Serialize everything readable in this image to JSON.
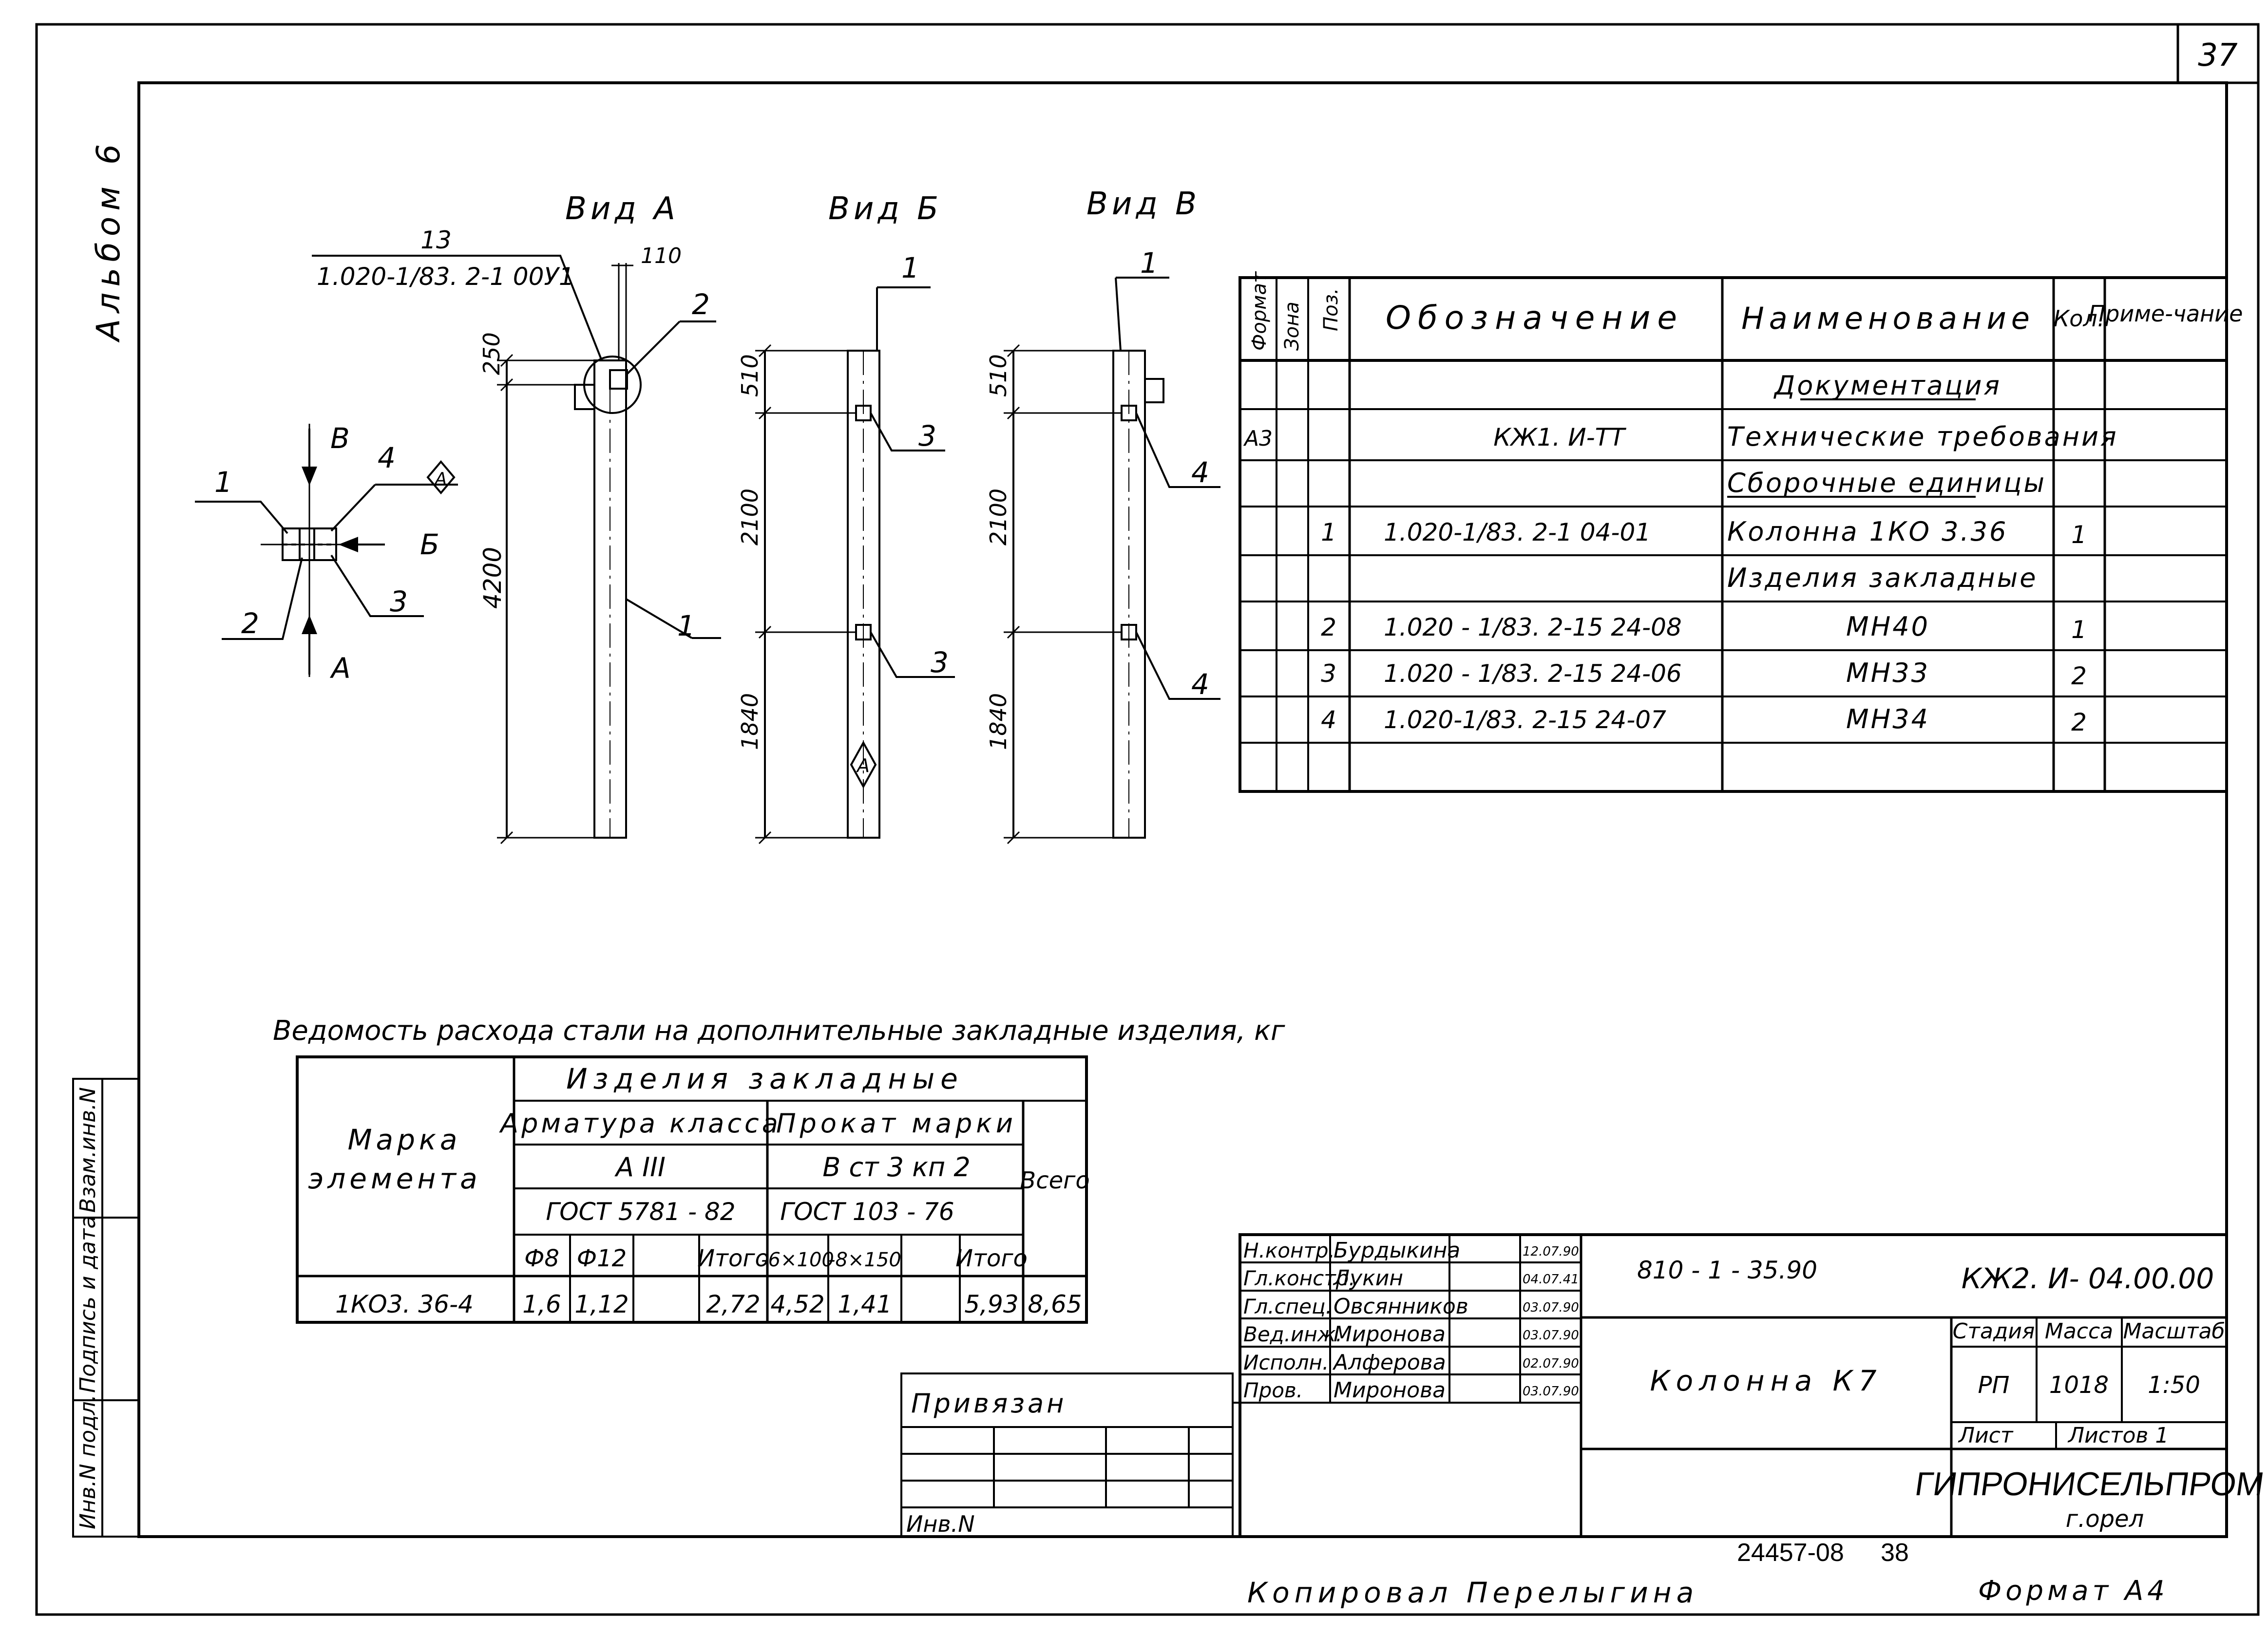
{
  "page_number": "37",
  "album_label": "Альбом 6",
  "views": {
    "view_a": "Вид А",
    "view_b": "Вид Б",
    "view_v": "Вид В"
  },
  "view_a": {
    "leader_13": "13",
    "ref_doc": "1.020-1/83. 2-1 00У1",
    "dim_110": "110",
    "dim_250": "250",
    "dim_4200": "4200",
    "pos_2": "2",
    "pos_1": "1"
  },
  "view_b": {
    "dim_510": "510",
    "dim_2100": "2100",
    "dim_1840": "1840",
    "pos_1": "1",
    "pos_3a": "3",
    "pos_3b": "3",
    "diamond": "А"
  },
  "view_v": {
    "dim_510": "510",
    "dim_2100": "2100",
    "dim_1840": "1840",
    "pos_1": "1",
    "pos_4a": "4",
    "pos_4b": "4"
  },
  "plan": {
    "p1": "1",
    "p2": "2",
    "p3": "3",
    "p4": "4",
    "arrow_v": "В",
    "arrow_b": "Б",
    "arrow_a": "А",
    "diamond": "А"
  },
  "spec": {
    "headers": {
      "format": "Формат",
      "zone": "Зона",
      "pos": "Поз.",
      "designation": "Обозначение",
      "name": "Наименование",
      "qty": "Кол.",
      "note": "Приме-чание"
    },
    "rows": [
      {
        "format": "",
        "pos": "",
        "designation": "",
        "name": "Документация",
        "qty": "",
        "underline": true,
        "center": true
      },
      {
        "format": "А3",
        "pos": "",
        "designation": "КЖ1. И-ТТ",
        "name": "Технические требования",
        "qty": ""
      },
      {
        "format": "",
        "pos": "",
        "designation": "",
        "name": "Сборочные единицы",
        "qty": "",
        "underline": true
      },
      {
        "format": "",
        "pos": "1",
        "designation": "1.020-1/83. 2-1  04-01",
        "name": "Колонна   1КО 3.36",
        "qty": "1"
      },
      {
        "format": "",
        "pos": "",
        "designation": "",
        "name": "Изделия закладные",
        "qty": ""
      },
      {
        "format": "",
        "pos": "2",
        "designation": "1.020 - 1/83. 2-15  24-08",
        "name": "МН40",
        "qty": "1",
        "center": true
      },
      {
        "format": "",
        "pos": "3",
        "designation": "1.020 - 1/83. 2-15  24-06",
        "name": "МН33",
        "qty": "2",
        "center": true
      },
      {
        "format": "",
        "pos": "4",
        "designation": "1.020-1/83. 2-15  24-07",
        "name": "МН34",
        "qty": "2",
        "center": true
      },
      {
        "format": "",
        "pos": "",
        "designation": "",
        "name": "",
        "qty": ""
      }
    ]
  },
  "steel": {
    "caption": "Ведомость расхода стали на дополнительные закладные изделия, кг",
    "mark_header_1": "Марка",
    "mark_header_2": "элемента",
    "group": "Изделия   закладные",
    "rebar": "Арматура класса",
    "rebar_class": "А III",
    "rebar_gost": "ГОСТ  5781 - 82",
    "rolled": "Прокат марки",
    "rolled_grade": "В ст 3 кп 2",
    "rolled_gost": "ГОСТ  103 - 76",
    "total": "Всего",
    "cols": [
      "Ф8",
      "Ф12",
      "",
      "Итого",
      "-6×100",
      "-8×150",
      "",
      "Итого"
    ],
    "row": {
      "mark": "1КО3. 36-4",
      "values": [
        "1,6",
        "1,12",
        "",
        "2,72",
        "4,52",
        "1,41",
        "",
        "5,93"
      ],
      "total": "8,65"
    }
  },
  "side_stamp": [
    "Инв.N подл.",
    "Подпись и дата",
    "Взам.инв.N"
  ],
  "binding": {
    "label": "Привязан",
    "inv": "Инв.N"
  },
  "title_block": {
    "roles": [
      {
        "role": "Н.контр.",
        "name": "Бурдыкина",
        "date": "12.07.90"
      },
      {
        "role": "Гл.констр.",
        "name": "Лукин",
        "date": "04.07.41"
      },
      {
        "role": "Гл.спец.",
        "name": "Овсянников",
        "date": "03.07.90"
      },
      {
        "role": "Вед.инж.",
        "name": "Миронова",
        "date": "03.07.90"
      },
      {
        "role": "Исполн.",
        "name": "Алферова",
        "date": "02.07.90"
      },
      {
        "role": "Пров.",
        "name": "Миронова",
        "date": "03.07.90"
      }
    ],
    "series": "810 - 1 - 35.90",
    "code": "КЖ2. И- 04.00.00",
    "title": "Колонна  К7",
    "stage_label": "Стадия",
    "mass_label": "Масса",
    "scale_label": "Масштаб",
    "stage": "РП",
    "mass": "1018",
    "scale": "1:50",
    "sheet_label": "Лист",
    "sheets_label": "Листов 1",
    "org": "ГИПРОНИСЕЛЬПРОМ",
    "city": "г.орел"
  },
  "footer": {
    "archive": "24457-08",
    "sheet": "38",
    "copied": "Копировал  Перелыгина",
    "format": "Формат А4"
  }
}
